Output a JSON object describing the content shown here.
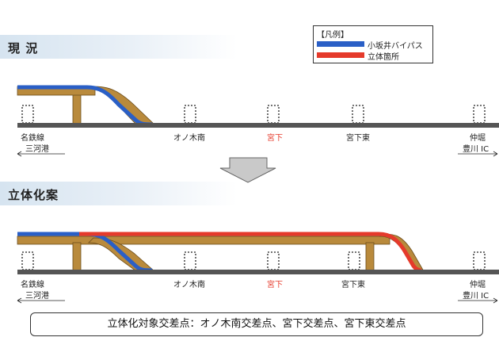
{
  "sections": {
    "current": "現 況",
    "future": "立体化案"
  },
  "legend": {
    "title": "【凡例】",
    "items": [
      {
        "label": "小坂井バイパス",
        "color": "#2a5fc6"
      },
      {
        "label": "立体箇所",
        "color": "#e53a2b"
      }
    ]
  },
  "stations": [
    {
      "label": "名鉄線",
      "sub": "三河港"
    },
    {
      "label": "オノ木南",
      "sub": ""
    },
    {
      "label": "宮下",
      "sub": "",
      "highlight": true
    },
    {
      "label": "宮下東",
      "sub": ""
    },
    {
      "label": "仲堀",
      "sub": "豊川 IC"
    }
  ],
  "summary": "立体化対象交差点：オノ木南交差点、宮下交差点、宮下東交差点",
  "colors": {
    "road": "#555555",
    "bridge": "#b98a3c",
    "bypass": "#2a5fc6",
    "elevated": "#e53a2b",
    "highlight_text": "#e53a2b"
  }
}
